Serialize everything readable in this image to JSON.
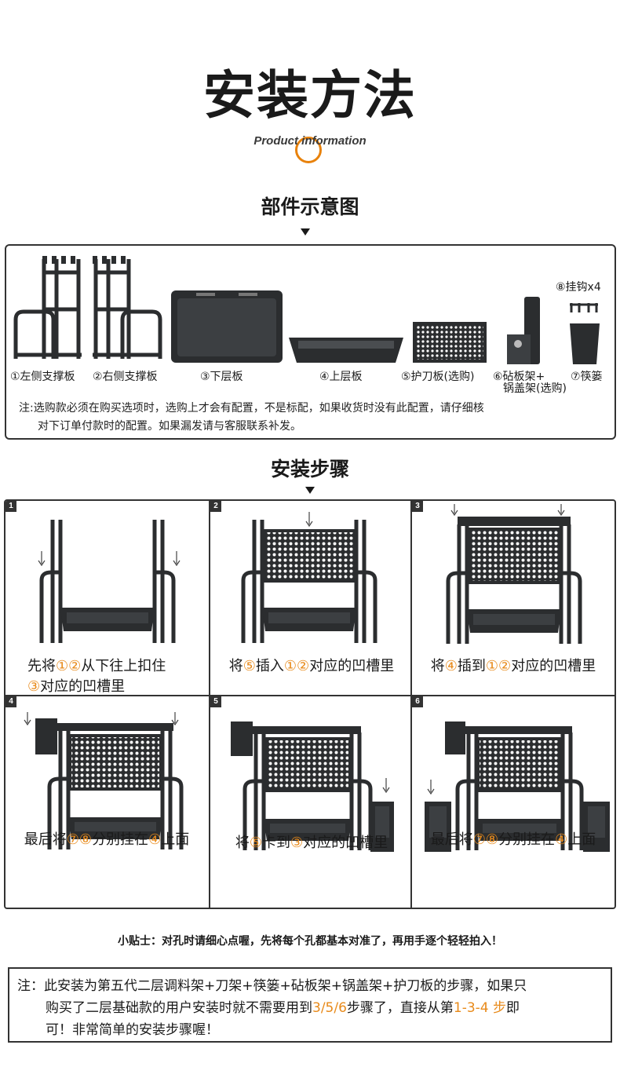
{
  "header": {
    "title": "安装方法",
    "subtitle": "Product information"
  },
  "parts_section": {
    "heading": "部件示意图",
    "items": [
      {
        "label": "①左侧支撑板"
      },
      {
        "label": "②右侧支撑板"
      },
      {
        "label": "③下层板"
      },
      {
        "label": "④上层板"
      },
      {
        "label": "⑤护刀板(选购)"
      },
      {
        "label_line1": "⑥砧板架+",
        "label_line2": "锅盖架(选购)"
      },
      {
        "label": "⑦筷篓"
      },
      {
        "label": "⑧挂钩x4"
      }
    ],
    "note_line1": "注:选购款必须在购买选项时，选购上才会有配置，不是标配，如果收货时没有此配置，请仔细核",
    "note_line2": "对下订单付款时的配置。如果漏发请与客服联系补发。"
  },
  "steps_section": {
    "heading": "安装步骤",
    "steps": [
      {
        "num": "1",
        "cap_a": "先将",
        "cap_b": "①②",
        "cap_c": "从下往上扣住",
        "cap2_a": "③",
        "cap2_b": "对应的凹槽里"
      },
      {
        "num": "2",
        "cap_a": "将",
        "cap_b": "⑤",
        "cap_c": "插入",
        "cap_d": "①②",
        "cap_e": "对应的凹槽里"
      },
      {
        "num": "3",
        "cap_a": "将",
        "cap_b": "④",
        "cap_c": "插到",
        "cap_d": "①②",
        "cap_e": "对应的凹槽里"
      },
      {
        "num": "4",
        "cap_a": "最后将",
        "cap_b": "⑦⑧",
        "cap_c": "分别挂在",
        "cap_d": "④",
        "cap_e": "上面"
      },
      {
        "num": "5",
        "cap_a": "将",
        "cap_b": "⑤",
        "cap_c": "卡到",
        "cap_d": "③",
        "cap_e": "对应的凹槽里"
      },
      {
        "num": "6",
        "cap_a": "最后将",
        "cap_b": "⑦⑧",
        "cap_c": "分别挂在",
        "cap_d": "④",
        "cap_e": "上面"
      }
    ]
  },
  "tip": "小贴士：对孔时请细心点喔，先将每个孔都基本对准了，再用手逐个轻轻拍入！",
  "bottom_note": {
    "a": "注：此安装为第五代二层调料架+刀架+筷篓+砧板架+锅盖架+护刀板的步骤，如果只",
    "b": "购买了二层基础款的用户安装时就不需要用到",
    "c": "3/5/6",
    "d": "步骤了，直接从第",
    "e": "1-3-4 步",
    "f": "即",
    "g": "可！非常简单的安装步骤喔！"
  },
  "colors": {
    "accent": "#e88a1a",
    "frame": "#333333",
    "product": "#2b2d2f"
  }
}
